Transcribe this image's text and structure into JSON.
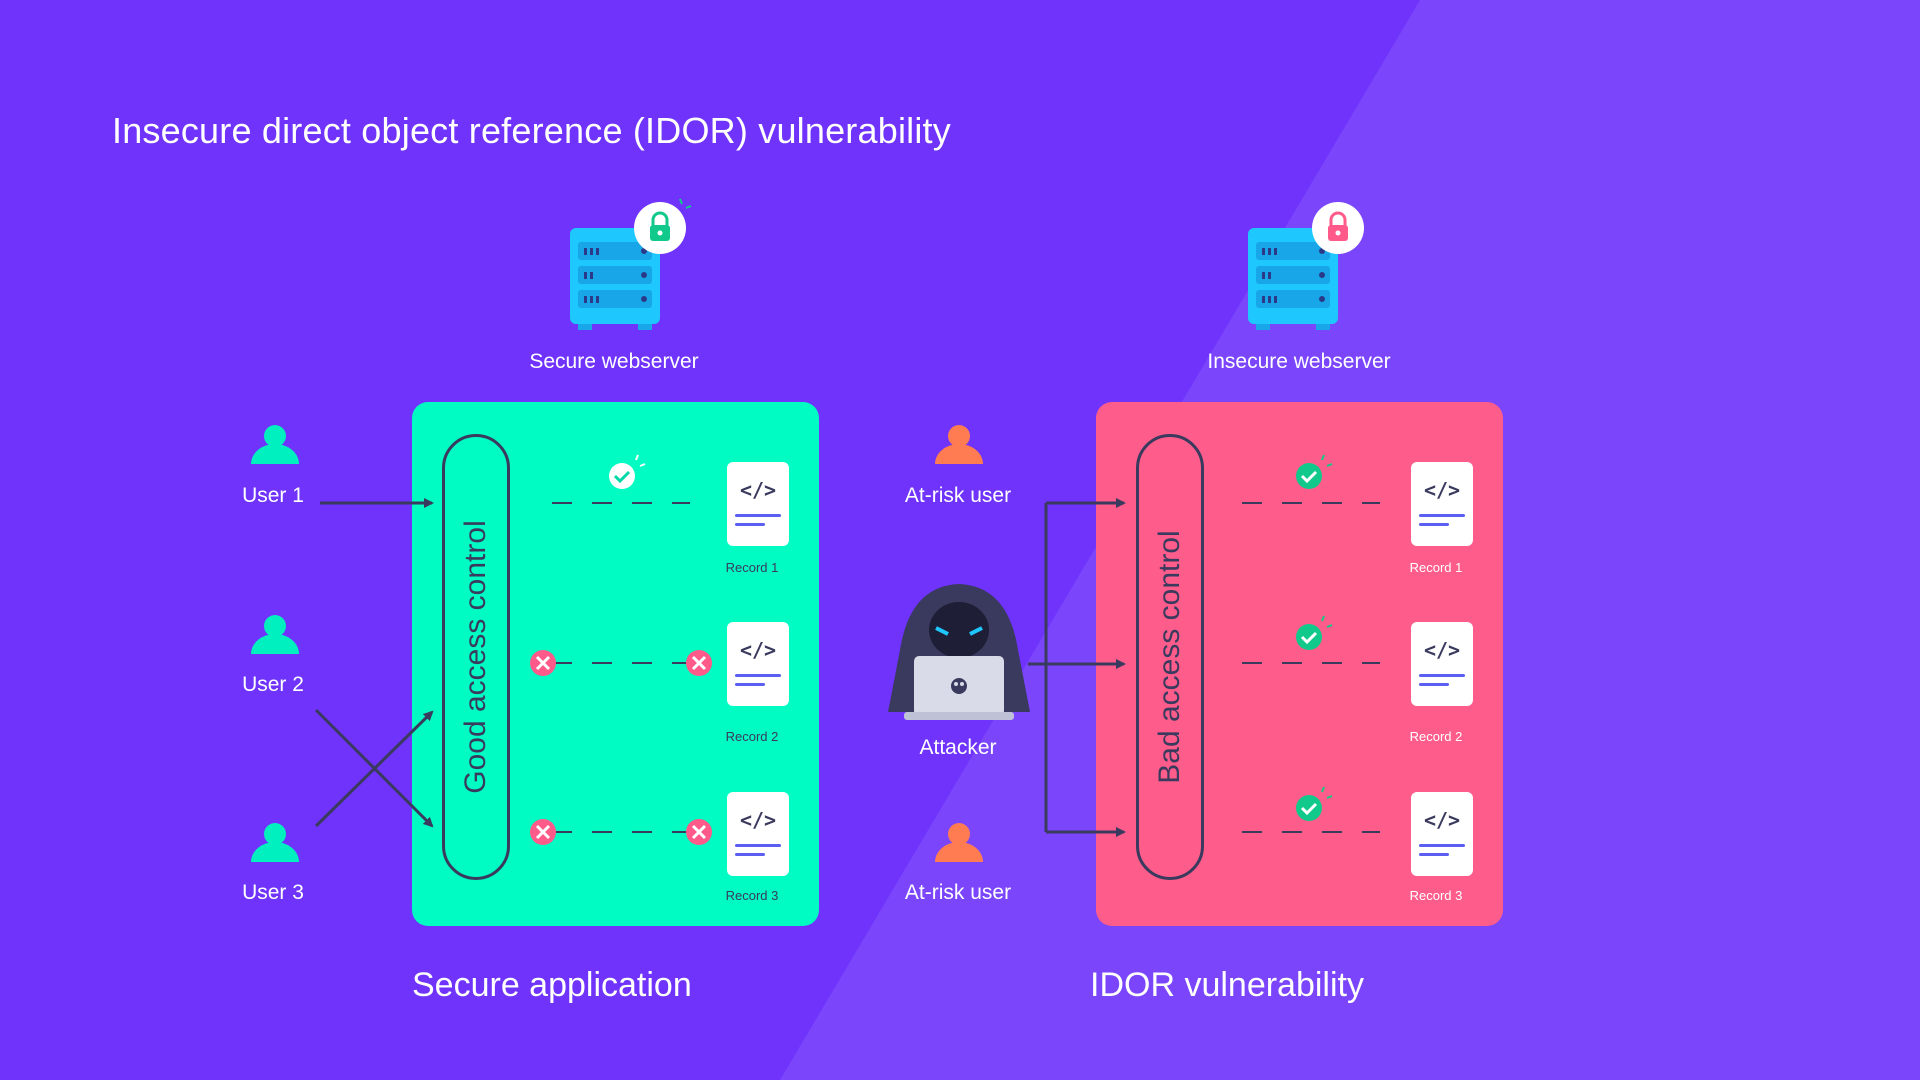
{
  "title": "Insecure direct object reference (IDOR) vulnerability",
  "secure_side": {
    "server_label": "Secure webserver",
    "access_control_label": "Good access control",
    "section_label": "Secure application",
    "users": [
      "User 1",
      "User 2",
      "User 3"
    ],
    "records": [
      "Record 1",
      "Record 2",
      "Record 3"
    ],
    "record_icon": "</>"
  },
  "idor_side": {
    "server_label": "Insecure webserver",
    "access_control_label": "Bad access control",
    "section_label": "IDOR vulnerability",
    "at_risk_user_top": "At-risk user",
    "attacker": "Attacker",
    "at_risk_user_bottom": "At-risk user",
    "records": [
      "Record 1",
      "Record 2",
      "Record 3"
    ],
    "record_icon": "</>"
  },
  "colors": {
    "background": "#6f33fb",
    "secure_panel": "#00fbc3",
    "idor_panel": "#fe5d8b",
    "server": "#1ec8ff",
    "user_icon": "#00f0c0",
    "at_risk_icon": "#ff7b52",
    "deny": "#ff5a8a",
    "allow": "#11c98a"
  }
}
